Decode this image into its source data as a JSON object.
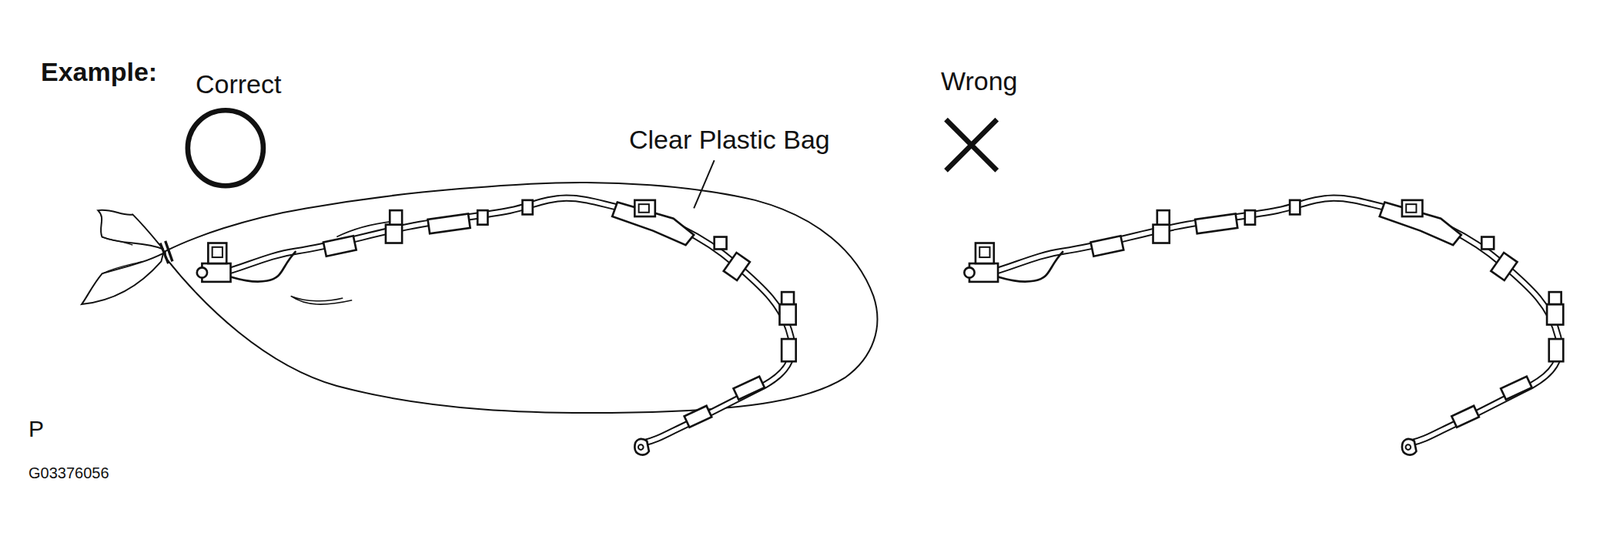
{
  "diagram": {
    "labels": [
      "Example:",
      "Correct",
      "Clear Plastic Bag",
      "Wrong",
      "P",
      "G03376056"
    ]
  }
}
